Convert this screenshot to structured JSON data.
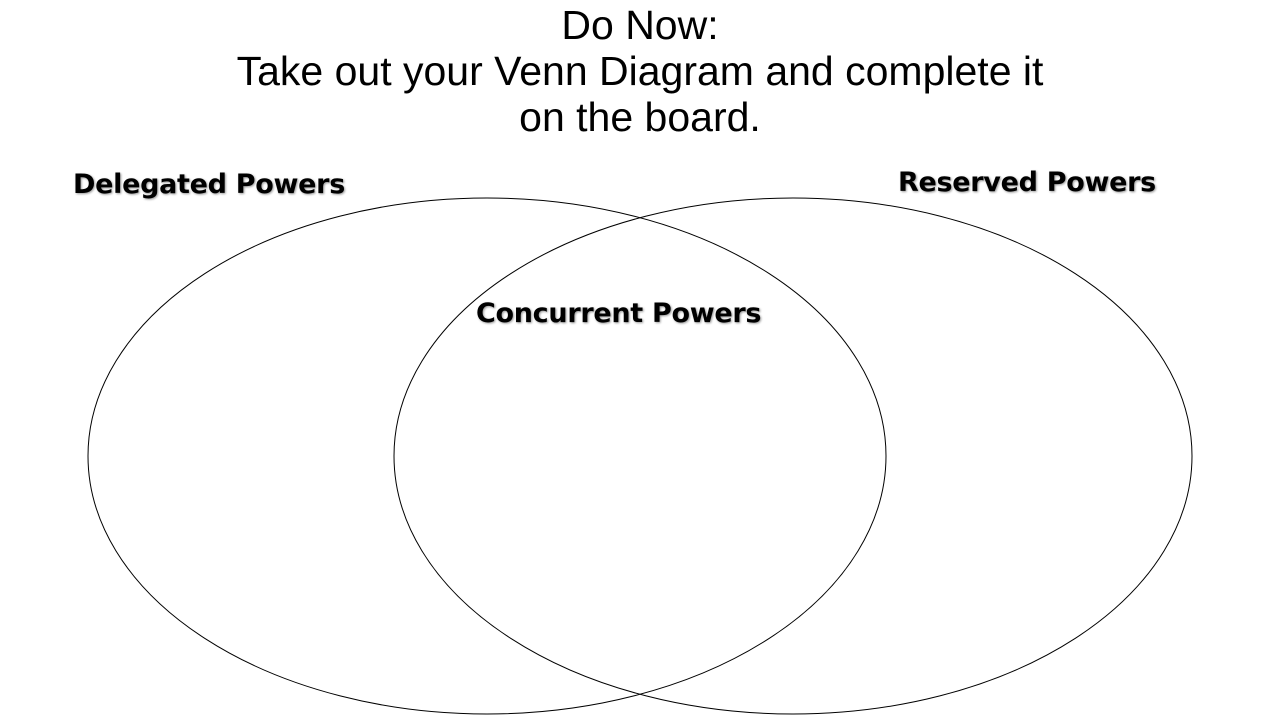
{
  "title": {
    "line1": "Do Now:",
    "line2": "Take out your Venn Diagram and complete it",
    "line3": "on the board."
  },
  "venn": {
    "left_label": "Delegated Powers",
    "right_label": "Reserved Powers",
    "overlap_label": "Concurrent Powers",
    "stroke_color": "#000000"
  }
}
